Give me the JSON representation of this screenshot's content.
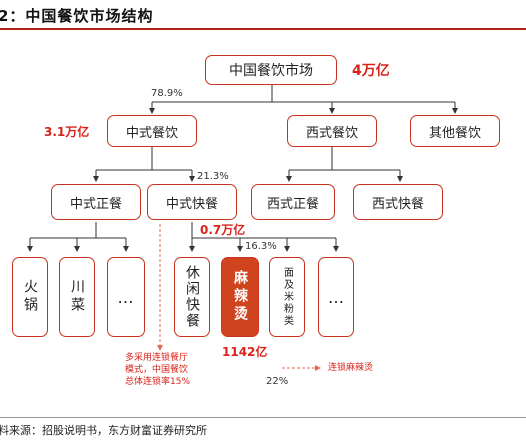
{
  "header": {
    "title": "2：中国餐饮市场结构"
  },
  "nodes": {
    "market": "中国餐饮市场",
    "chinese": "中式餐饮",
    "western": "西式餐饮",
    "other": "其他餐饮",
    "chinese_formal": "中式正餐",
    "chinese_fast": "中式快餐",
    "western_formal": "西式正餐",
    "western_fast": "西式快餐",
    "hotpot": "火锅",
    "sichuan": "川菜",
    "formal_more": "…",
    "leisure_fast": "休闲快餐",
    "malatang": "麻辣烫",
    "noodles": "面及米粉类",
    "fast_more": "…"
  },
  "values": {
    "market_size": "4万亿",
    "chinese_size": "3.1万亿",
    "fast_size": "0.7万亿",
    "malatang_size": "1142亿",
    "chinese_share": "78.9%",
    "fast_share": "21.3%",
    "malatang_share": "16.3%",
    "chain_rate": "22%"
  },
  "notes": {
    "chain_note": [
      "多采用连锁餐厅",
      "模式，中国餐饮",
      "总体连锁率15%"
    ],
    "chain_malatang": "连锁麻辣烫"
  },
  "footer": {
    "source": "料来源：招股说明书，东方财富证券研究所"
  },
  "colors": {
    "accent": "#c8321e",
    "highlight": "#d0431f",
    "value_red": "#d9231a"
  }
}
